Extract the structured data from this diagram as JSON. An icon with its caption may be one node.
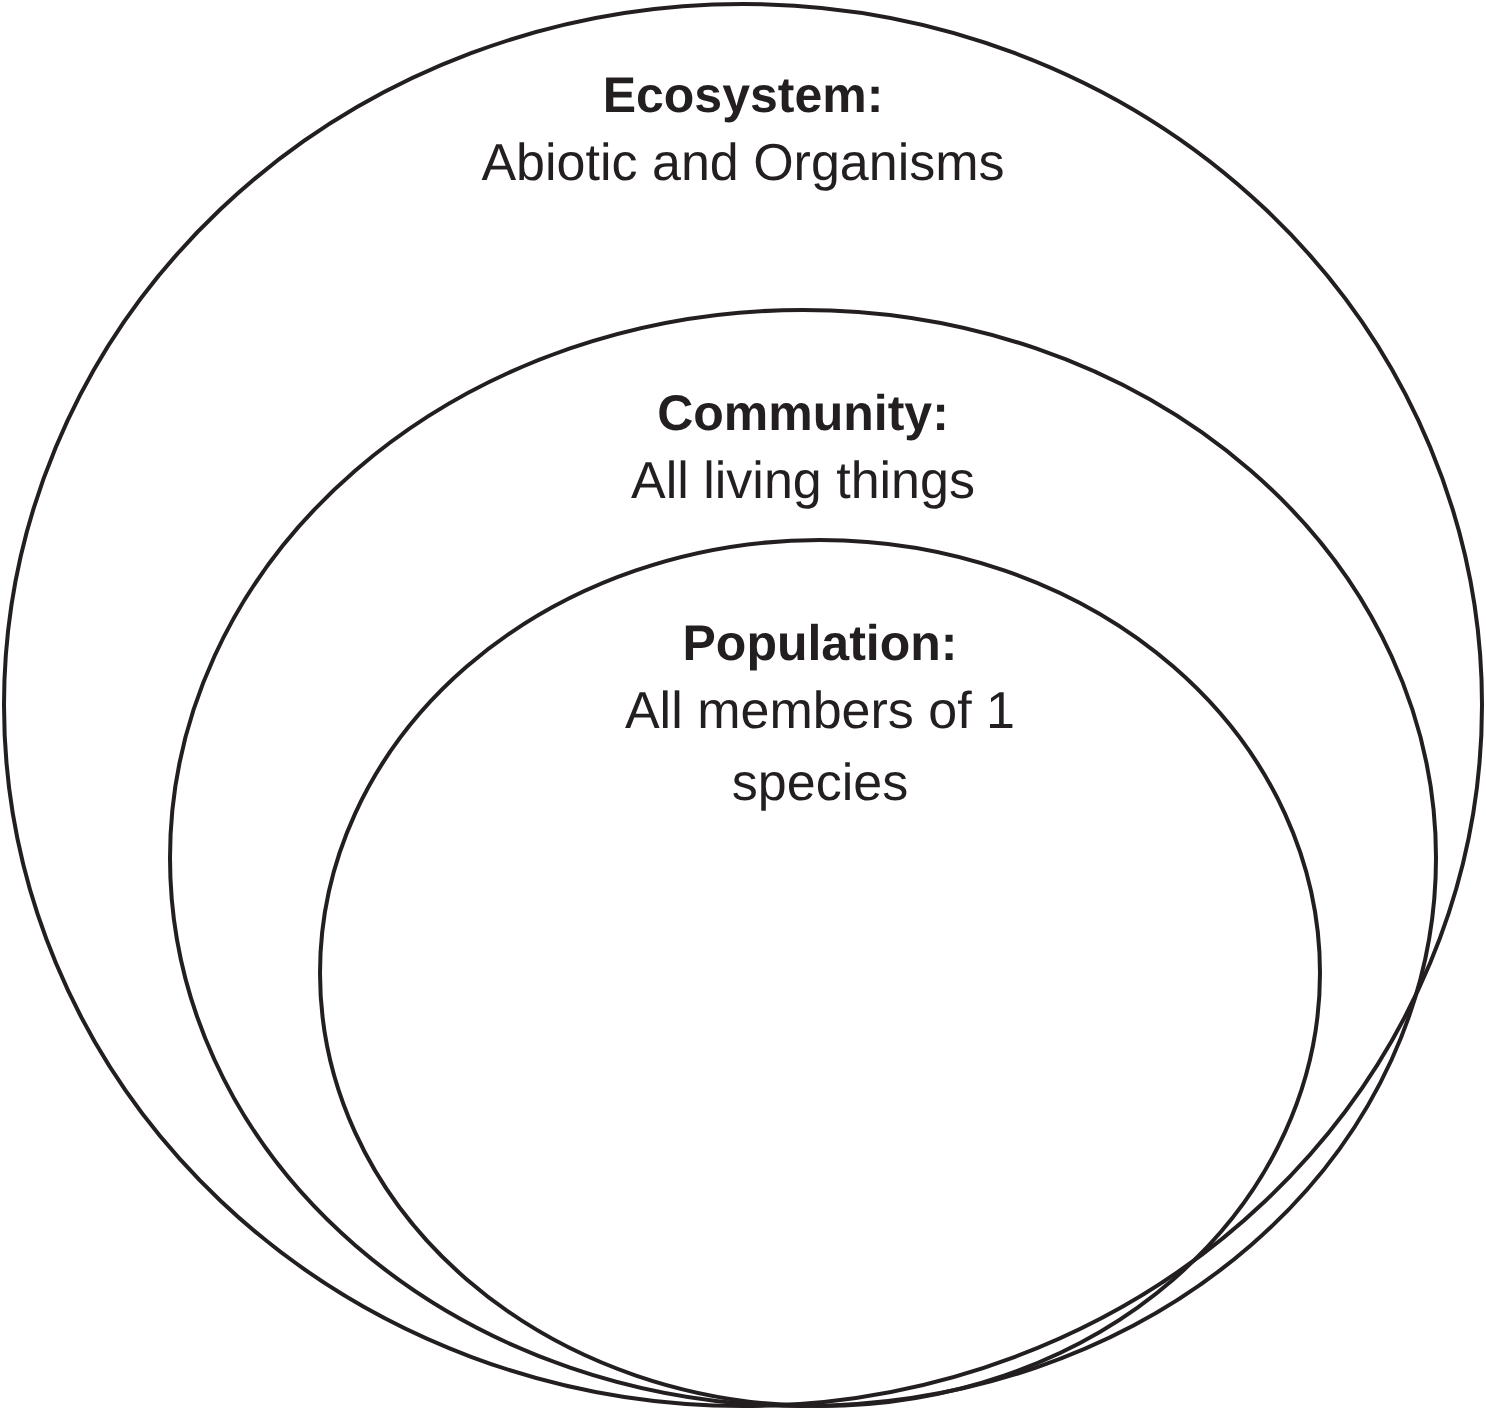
{
  "diagram": {
    "nodes": [
      {
        "text": [
          "Ecosystem:",
          "Abiotic and Organisms"
        ]
      },
      {
        "text": [
          "Community:",
          "All living things"
        ],
        "in": 0
      },
      {
        "text": [
          "Population:",
          "All members of 1 species"
        ],
        "in": 1
      }
    ]
  }
}
